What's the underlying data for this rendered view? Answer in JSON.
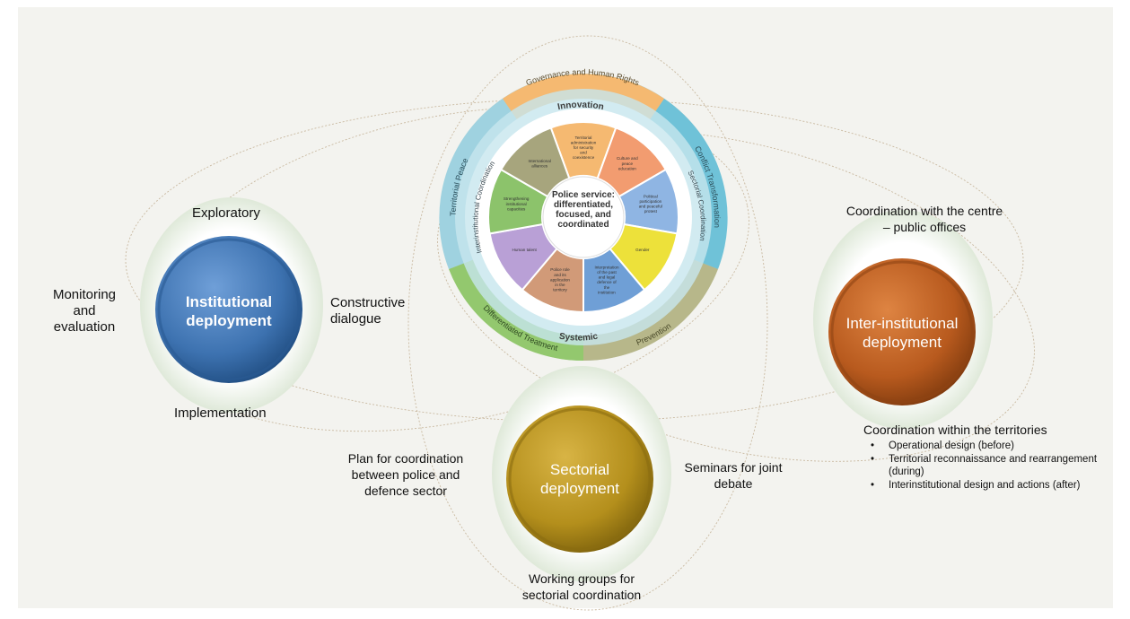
{
  "center_wheel": {
    "outer_ring": {
      "top": "Governance and Human Rights",
      "right_upper": "Conflict Transformation",
      "left_upper": "Territorial Peace",
      "right_lower": "Prevention",
      "left_lower": "Differentiated Treatment"
    },
    "inner_ring": {
      "top": "Innovation",
      "bottom": "Systemic",
      "left": "Interinstitutional Coordination",
      "right": "Sectorial Coordination"
    },
    "hub": "Police service: differentiated, focused, and coordinated",
    "segments": [
      {
        "label": "Territorial administration for security and coexistence",
        "color": "#f5b971"
      },
      {
        "label": "Culture and peace education",
        "color": "#f29c70"
      },
      {
        "label": "Political participation and peaceful protest",
        "color": "#8fb5e3"
      },
      {
        "label": "Gender",
        "color": "#ede13a"
      },
      {
        "label": "Interpretation of the past and legal defence of the institution",
        "color": "#6f9fd6"
      },
      {
        "label": "Police role and its application in the territory",
        "color": "#d19a78"
      },
      {
        "label": "Human talent",
        "color": "#b9a0d6"
      },
      {
        "label": "Strengthening institutional capacities",
        "color": "#8cc36b"
      },
      {
        "label": "International alliances",
        "color": "#a7a57d"
      }
    ]
  },
  "institutional": {
    "title": "Institutional deployment",
    "top": "Exploratory",
    "right": "Constructive dialogue",
    "left": "Monitoring and evaluation",
    "bottom": "Implementation",
    "color": "#3d72b0"
  },
  "sectorial": {
    "title": "Sectorial deployment",
    "left": "Plan for coordination between police and defence sector",
    "right": "Seminars for joint debate",
    "bottom": "Working groups for sectorial coordination",
    "color": "#b48f1c"
  },
  "inter_institutional": {
    "title": "Inter-institutional deployment",
    "top": "Coordination with the centre – public offices",
    "bottom_heading": "Coordination within the territories",
    "bottom_items": [
      "Operational design (before)",
      "Territorial reconnaissance and rearrangement (during)",
      "Interinstitutional design and actions (after)"
    ],
    "color": "#b85a1e"
  }
}
